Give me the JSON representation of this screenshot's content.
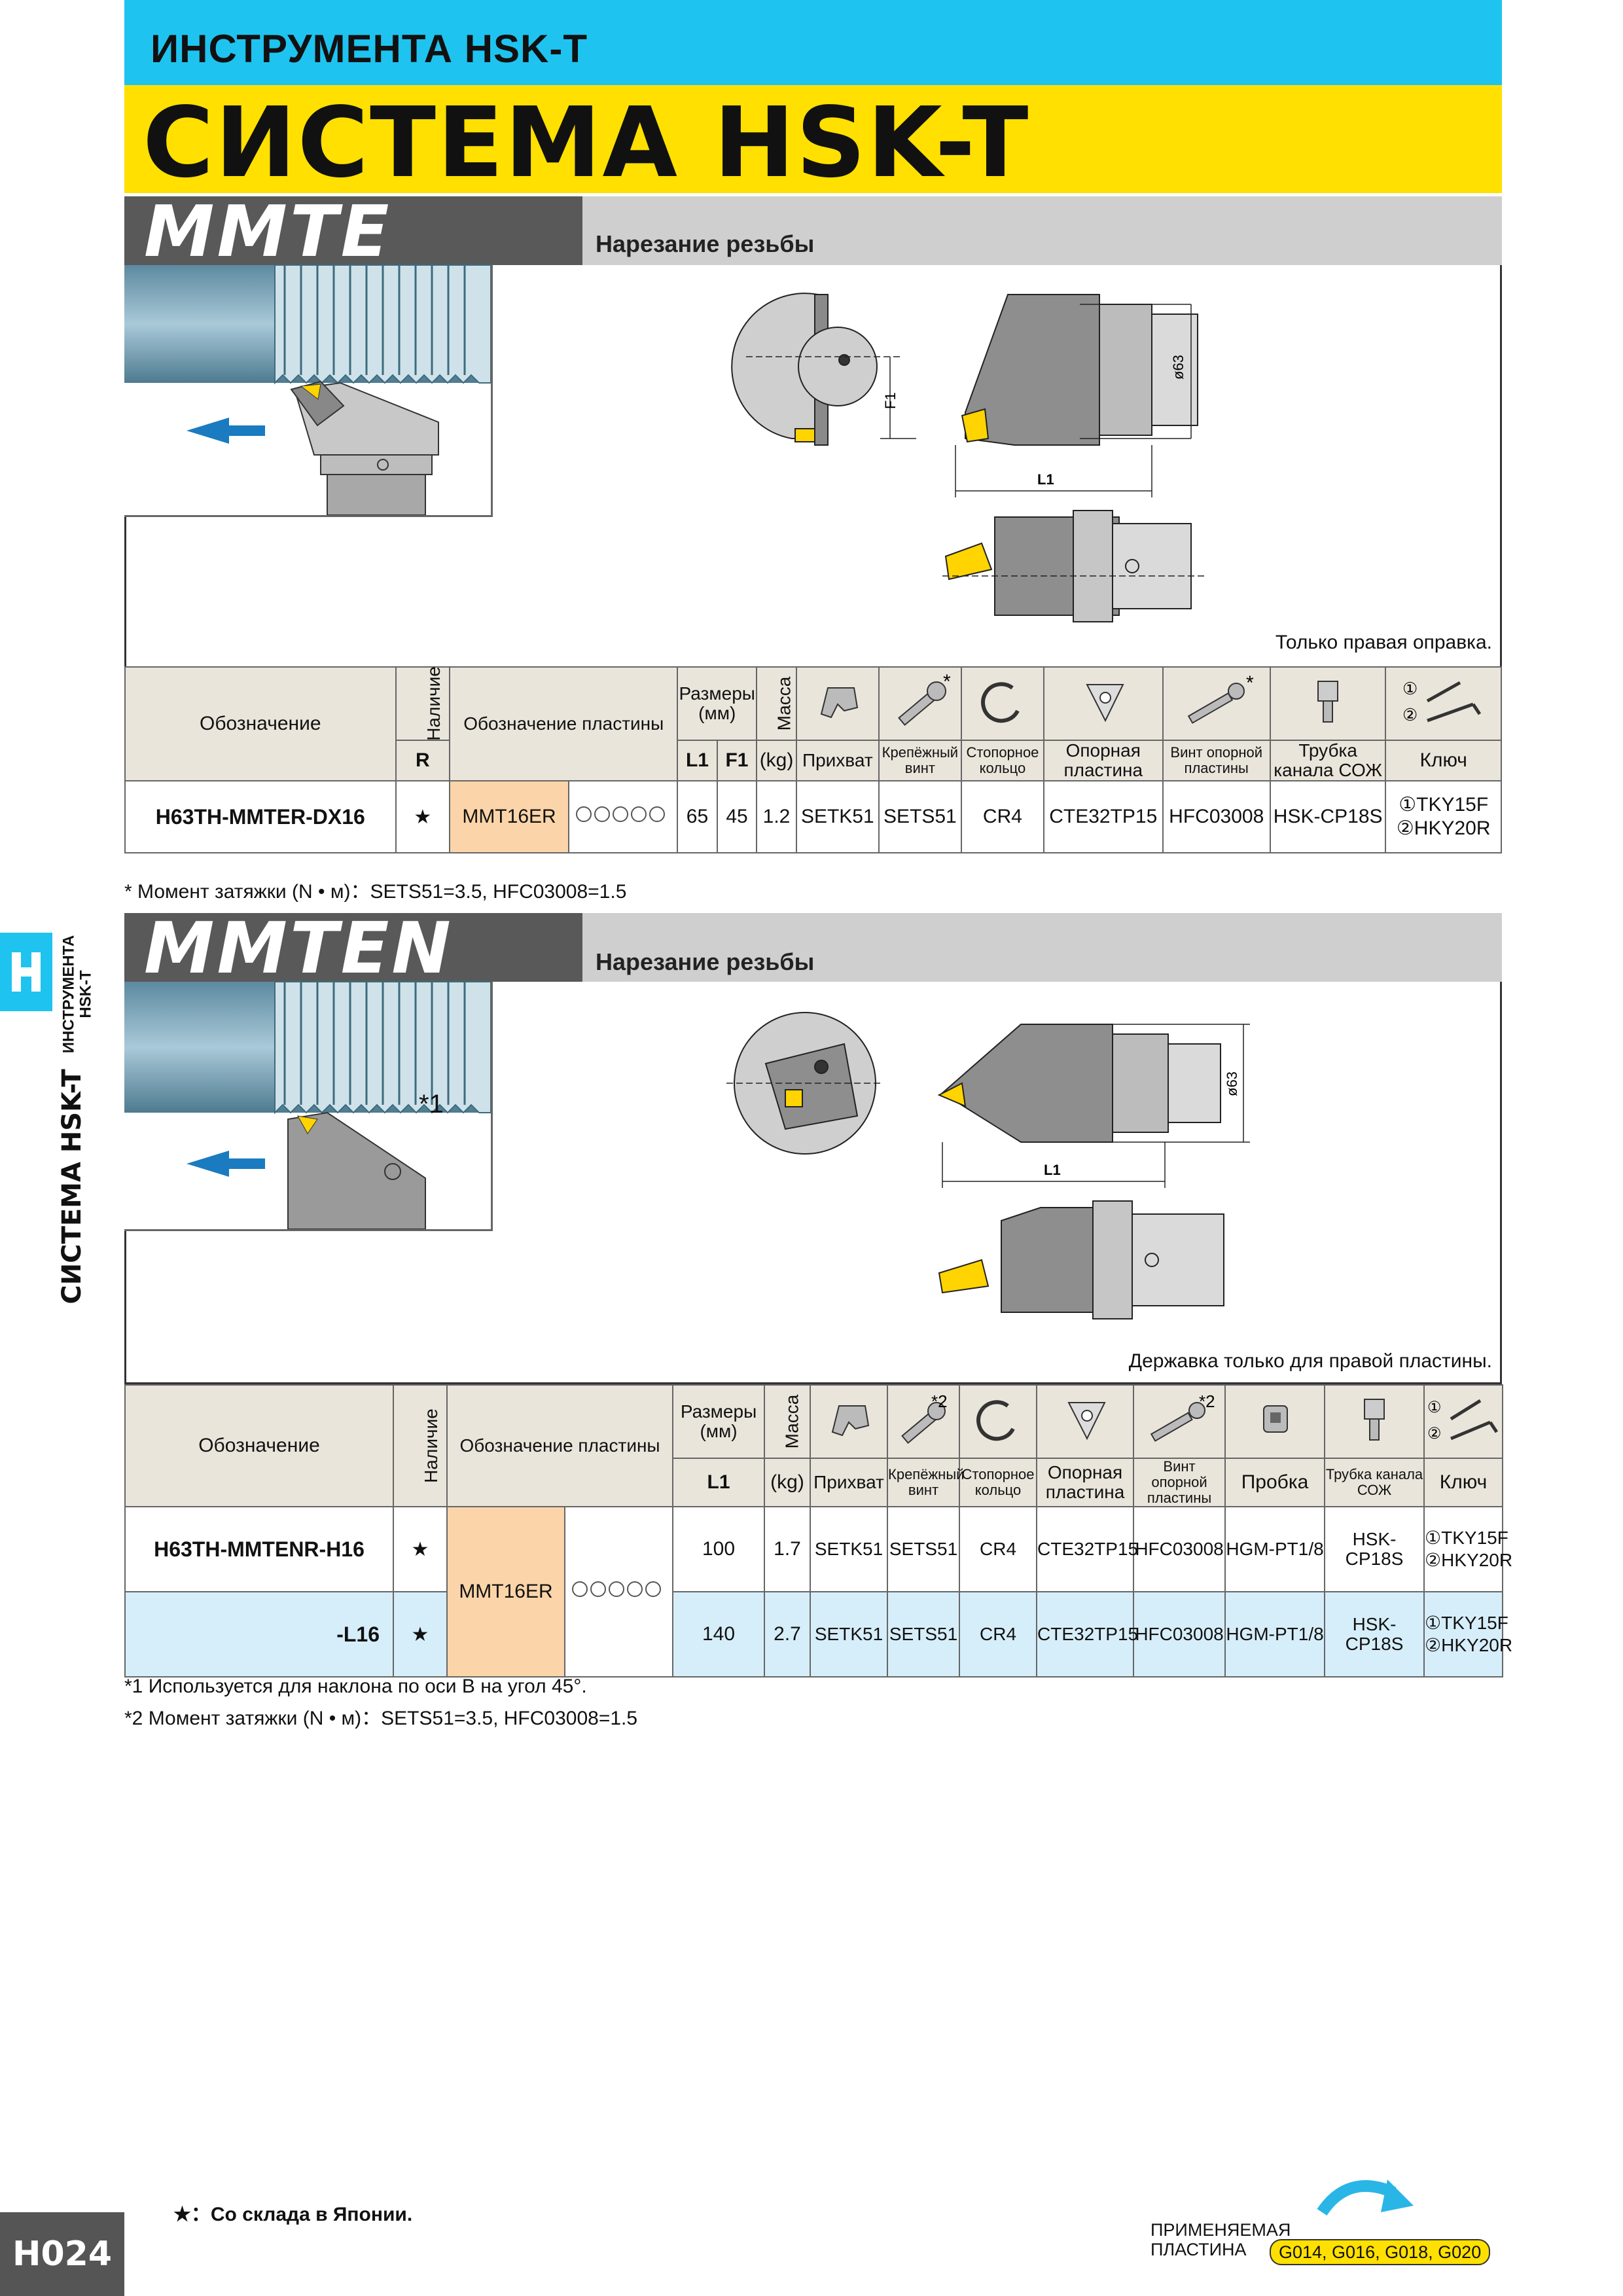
{
  "header": {
    "subtitle": "ИНСТРУМЕНТА HSK-T",
    "title": "СИСТЕМА HSK-T"
  },
  "side_tab": {
    "small_label_1": "ИНСТРУМЕНТА",
    "small_label_2": "HSK-T",
    "big_label": "СИСТЕМА HSK-T"
  },
  "sections": [
    {
      "name": "MMTE",
      "subtitle": "Нарезание резьбы",
      "note": "Только правая оправка.",
      "dims": {
        "d": "ø63",
        "f1": "F1",
        "l1": "L1"
      },
      "table": {
        "headers": {
          "designation": "Обозначение",
          "stock": "Наличие",
          "stock_r": "R",
          "insert": "Обозначение пластины",
          "dims": "Размеры (мм)",
          "l1": "L1",
          "f1": "F1",
          "mass": "Масса",
          "mass_unit": "(kg)",
          "clamp": "Прихват",
          "screw": "Крепёжный винт",
          "ring": "Стопорное кольцо",
          "shim": "Опорная пластина",
          "shim_screw": "Винт опорной пластины",
          "pipe": "Трубка канала СОЖ",
          "key": "Ключ",
          "star": "*",
          "key_marks": [
            "①",
            "②"
          ]
        },
        "rows": [
          {
            "designation": "H63TH-MMTER-DX16",
            "stock": "★",
            "insert": "MMT16ER",
            "l1": "65",
            "f1": "45",
            "mass": "1.2",
            "clamp": "SETK51",
            "screw": "SETS51",
            "ring": "CR4",
            "shim": "CTE32TP15",
            "shim_screw": "HFC03008",
            "pipe": "HSK-CP18S",
            "key1": "①TKY15F",
            "key2": "②HKY20R"
          }
        ]
      },
      "footnotes": [
        "* Момент затяжки (N • м)：SETS51=3.5, HFC03008=1.5"
      ]
    },
    {
      "name": "MMTEN",
      "subtitle": "Нарезание резьбы",
      "note": "Державка только для правой пластины.",
      "mark": "*1",
      "dims": {
        "d": "ø63",
        "l1": "L1"
      },
      "table": {
        "headers": {
          "designation": "Обозначение",
          "stock": "Наличие",
          "insert": "Обозначение пластины",
          "dims": "Размеры (мм)",
          "l1": "L1",
          "mass": "Масса",
          "mass_unit": "(kg)",
          "clamp": "Прихват",
          "screw": "Крепёжный винт",
          "ring": "Стопорное кольцо",
          "shim": "Опорная пластина",
          "shim_screw": "Винт опорной пластины",
          "plug": "Пробка",
          "pipe": "Трубка канала СОЖ",
          "key": "Ключ",
          "star2": "*2",
          "key_marks": [
            "①",
            "②"
          ]
        },
        "insert_shared": "MMT16ER",
        "rows": [
          {
            "designation": "H63TH-MMTENR-H16",
            "stock": "★",
            "l1": "100",
            "mass": "1.7",
            "clamp": "SETK51",
            "screw": "SETS51",
            "ring": "CR4",
            "shim": "CTE32TP15",
            "shim_screw": "HFC03008",
            "plug": "HGM-PT1/8",
            "pipe": "HSK-CP18S",
            "key1": "①TKY15F",
            "key2": "②HKY20R"
          },
          {
            "designation": "-L16",
            "stock": "★",
            "l1": "140",
            "mass": "2.7",
            "clamp": "SETK51",
            "screw": "SETS51",
            "ring": "CR4",
            "shim": "CTE32TP15",
            "shim_screw": "HFC03008",
            "plug": "HGM-PT1/8",
            "pipe": "HSK-CP18S",
            "key1": "①TKY15F",
            "key2": "②HKY20R"
          }
        ]
      },
      "footnotes": [
        "*1 Используется для наклона по оси B на угол 45°.",
        "*2 Момент затяжки (N • м)：SETS51=3.5, HFC03008=1.5"
      ]
    }
  ],
  "legend": "★：Со склада в Японии.",
  "page_number": "H024",
  "applicable": {
    "label_1": "ПРИМЕНЯЕМАЯ",
    "label_2": "ПЛАСТИНА",
    "pages": "G014, G016, G018, G020"
  },
  "colors": {
    "cyan": "#1fc3ef",
    "yellow": "#ffe000",
    "orange": "#fbd5a9",
    "light_blue": "#d6eefa",
    "steel": "#7fa8ba",
    "arrow": "#1a7bc0"
  }
}
